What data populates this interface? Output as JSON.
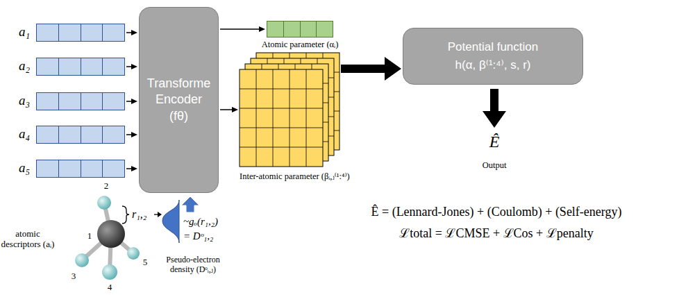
{
  "diagram": {
    "nodes": [
      {
        "text": [
          "a₁"
        ]
      },
      {
        "text": [
          "a₂"
        ]
      },
      {
        "text": [
          "a₃"
        ]
      },
      {
        "text": [
          "a₄"
        ]
      },
      {
        "text": [
          "a₅"
        ]
      },
      {
        "text": [
          "Transforme Encoder (fθ)"
        ]
      },
      {
        "text": [
          "Atomic parameter (αᵢ)"
        ]
      },
      {
        "text": [
          "Inter-atomic parameter (βᵢ,ⱼ⁽¹:⁴⁾)"
        ]
      },
      {
        "text": [
          "Potential function",
          "h(α, β⁽¹:⁴⁾, s, r)"
        ]
      }
    ],
    "edges": [
      {
        "from": 0,
        "to": 5,
        "arrow": "to"
      },
      {
        "from": 1,
        "to": 5,
        "arrow": "to"
      },
      {
        "from": 2,
        "to": 5,
        "arrow": "to"
      },
      {
        "from": 3,
        "to": 5,
        "arrow": "to"
      },
      {
        "from": 4,
        "to": 5,
        "arrow": "to"
      },
      {
        "from": 5,
        "to": 6,
        "arrow": "to"
      },
      {
        "from": 5,
        "to": 7,
        "arrow": "to"
      },
      {
        "from": 7,
        "to": 8,
        "arrow": "to"
      }
    ],
    "labels": [
      "atomic descriptors (aᵢ)",
      "1",
      "2",
      "3",
      "4",
      "5",
      "r₁,₂",
      "~gₒ(r₁,₂)",
      "= Dᵒ₁,₂",
      "Pseudo-electron density (Dᵒᵢ,ⱼ)",
      "Ê",
      "Output",
      "Ê = (Lennard-Jones) + (Coulomb) + (Self-energy)",
      "ℒtotal = ℒCMSE + ℒCos + ℒpenalty"
    ]
  }
}
